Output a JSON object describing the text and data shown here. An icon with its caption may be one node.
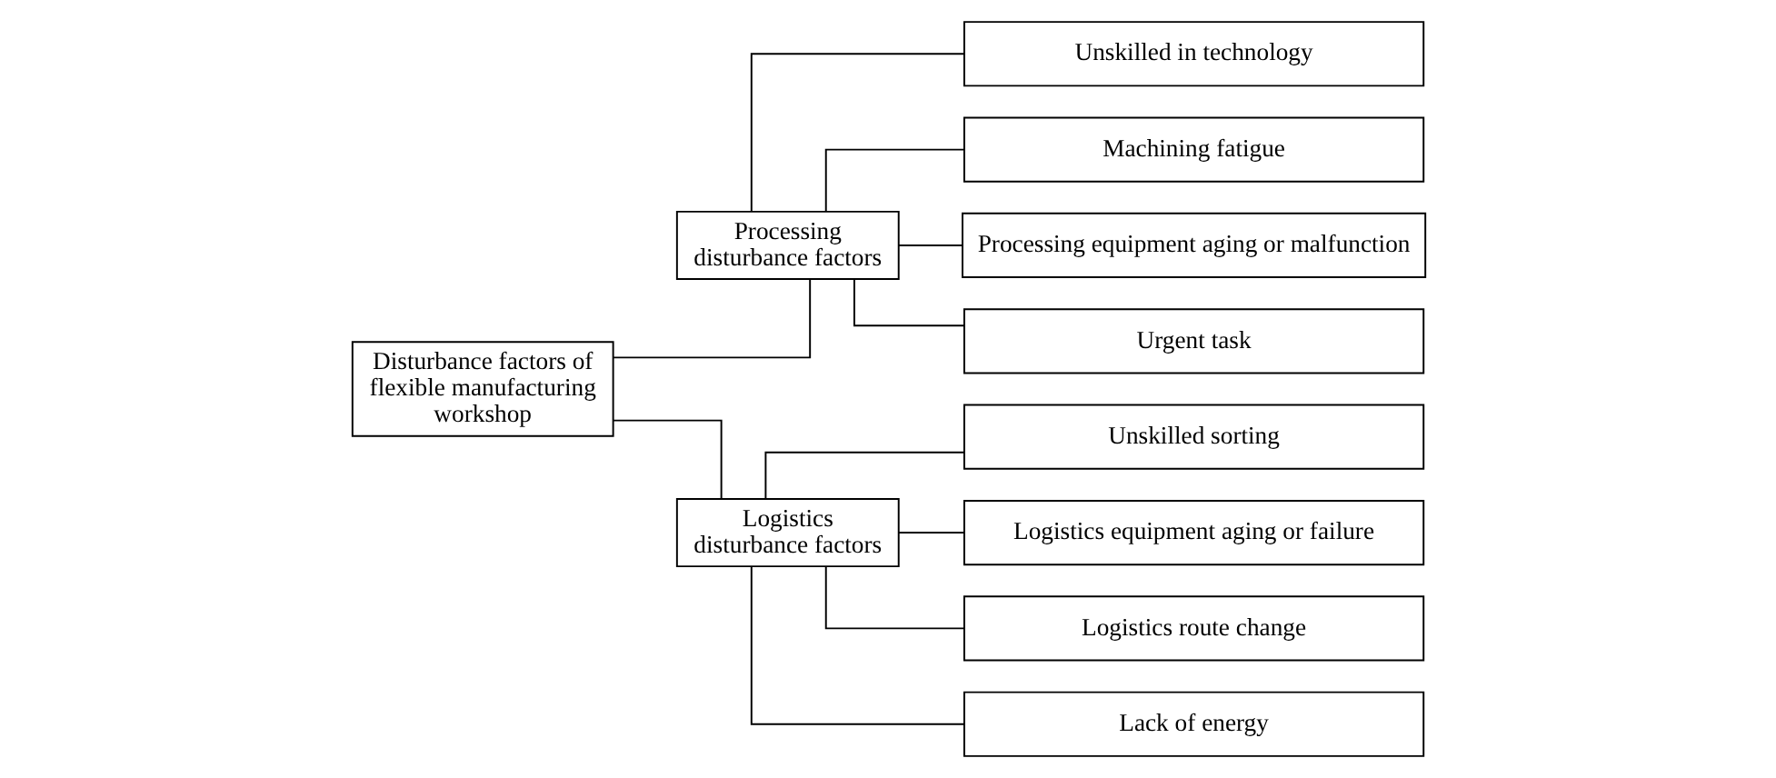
{
  "diagram": {
    "nodes": [
      {
        "text": [
          "Disturbance factors of flexible manufacturing workshop"
        ]
      },
      {
        "text": [
          "Processing disturbance factors"
        ]
      },
      {
        "text": [
          "Unskilled in technology"
        ]
      },
      {
        "text": [
          "Machining fatigue"
        ]
      },
      {
        "text": [
          "Processing equipment aging or malfunction"
        ]
      },
      {
        "text": [
          "Urgent task"
        ]
      },
      {
        "text": [
          "Logistics disturbance factors"
        ]
      },
      {
        "text": [
          "Unskilled sorting"
        ]
      },
      {
        "text": [
          "Logistics equipment aging or failure"
        ]
      },
      {
        "text": [
          "Logistics route change"
        ]
      },
      {
        "text": [
          "Lack of energy"
        ]
      }
    ],
    "edges": [
      {
        "from": 0,
        "to": 1,
        "arrow": "none"
      },
      {
        "from": 0,
        "to": 6,
        "arrow": "none"
      },
      {
        "from": 1,
        "to": 2,
        "arrow": "none"
      },
      {
        "from": 1,
        "to": 3,
        "arrow": "none"
      },
      {
        "from": 1,
        "to": 4,
        "arrow": "none"
      },
      {
        "from": 1,
        "to": 5,
        "arrow": "none"
      },
      {
        "from": 6,
        "to": 7,
        "arrow": "none"
      },
      {
        "from": 6,
        "to": 8,
        "arrow": "none"
      },
      {
        "from": 6,
        "to": 9,
        "arrow": "none"
      },
      {
        "from": 6,
        "to": 10,
        "arrow": "none"
      }
    ]
  }
}
